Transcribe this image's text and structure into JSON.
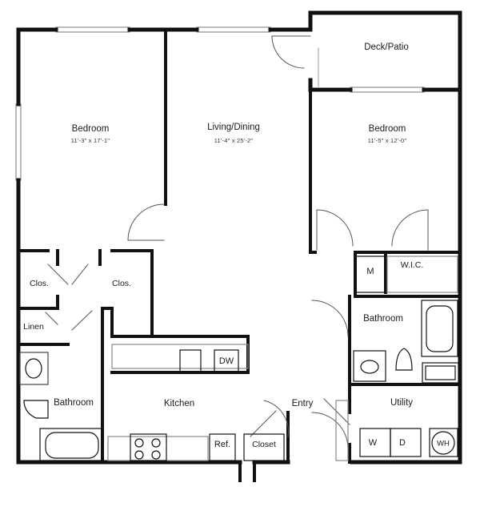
{
  "rooms": {
    "bedroom_left": {
      "label": "Bedroom",
      "dims": "11'-3\" x 17'-1\""
    },
    "living": {
      "label": "Living/Dining",
      "dims": "11'-4\" x 25'-2\""
    },
    "bedroom_right": {
      "label": "Bedroom",
      "dims": "11'-5\" x 12'-0\""
    },
    "deck": {
      "label": "Deck/Patio"
    },
    "closet_left_1": {
      "label": "Clos."
    },
    "closet_left_2": {
      "label": "Clos."
    },
    "linen": {
      "label": "Linen"
    },
    "bathroom_left": {
      "label": "Bathroom"
    },
    "bathroom_right": {
      "label": "Bathroom"
    },
    "wic": {
      "label": "W.I.C."
    },
    "kitchen": {
      "label": "Kitchen"
    },
    "entry": {
      "label": "Entry"
    },
    "utility": {
      "label": "Utility"
    },
    "closet_entry": {
      "label": "Closet"
    }
  },
  "fixtures": {
    "dishwasher": "DW",
    "refrigerator": "Ref.",
    "washer": "W",
    "dryer": "D",
    "water_heater": "WH",
    "mechanical": "M"
  }
}
